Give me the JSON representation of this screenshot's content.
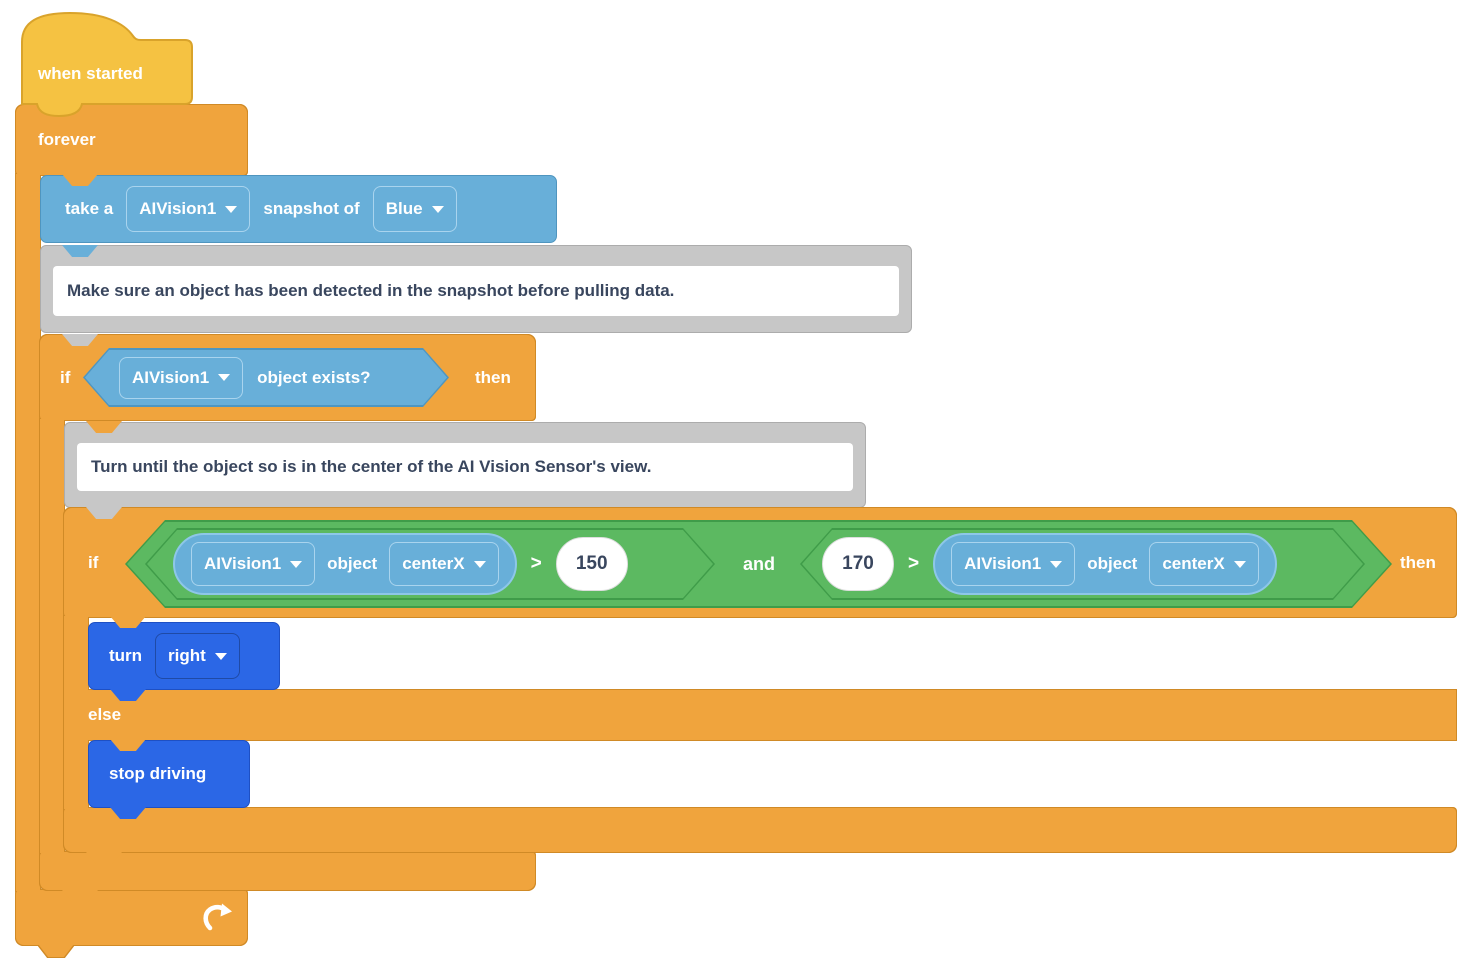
{
  "colors": {
    "hat_yellow": "#F5C242",
    "control_orange": "#F0A43D",
    "sensing_blue": "#68AFD9",
    "operator_green": "#5CB961",
    "drivetrain_blue": "#2B67E6",
    "comment_gray": "#C7C7C7",
    "comment_text": "#39465E",
    "block_text": "#FFFFFF"
  },
  "blocks": {
    "when_started": {
      "label": "when started"
    },
    "forever": {
      "label": "forever"
    },
    "take_snapshot": {
      "label_prefix": "take a",
      "device": "AIVision1",
      "label_middle": "snapshot of",
      "color_option": "Blue"
    },
    "comment_detect": {
      "text": "Make sure an object has been detected in the snapshot before pulling data."
    },
    "if_object_exists": {
      "keyword_if": "if",
      "keyword_then": "then",
      "device": "AIVision1",
      "condition_label": "object exists?"
    },
    "comment_turn": {
      "text": "Turn until the object so is in the center of the AI Vision Sensor's view."
    },
    "if_center_range": {
      "keyword_if": "if",
      "keyword_then": "then",
      "keyword_else": "else",
      "operator_and": "and",
      "left": {
        "device": "AIVision1",
        "object_label": "object",
        "property": "centerX",
        "operator": ">",
        "value": "150"
      },
      "right": {
        "value": "170",
        "operator": ">",
        "device": "AIVision1",
        "object_label": "object",
        "property": "centerX"
      }
    },
    "turn": {
      "label": "turn",
      "direction": "right"
    },
    "stop_driving": {
      "label": "stop driving"
    }
  }
}
